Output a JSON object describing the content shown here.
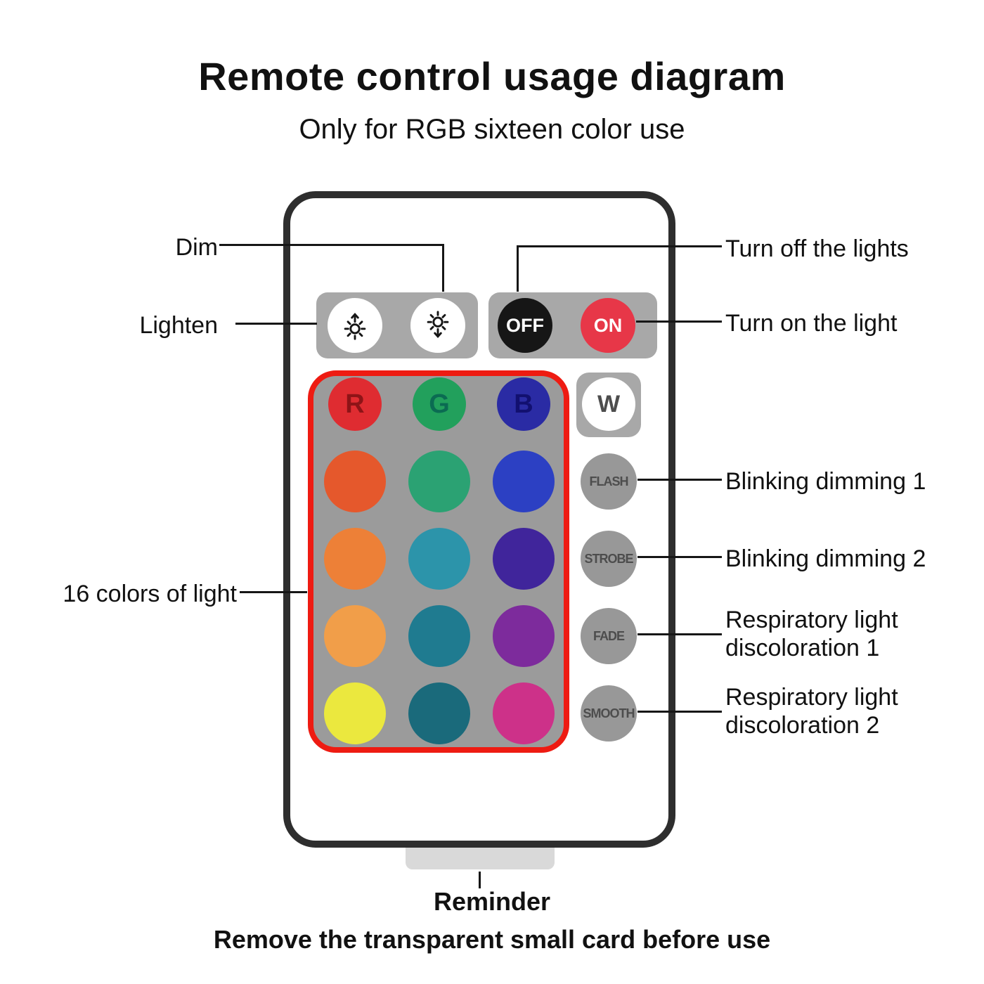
{
  "title": "Remote control usage diagram",
  "subtitle": "Only for RGB sixteen color use",
  "callouts": {
    "dim": "Dim",
    "lighten": "Lighten",
    "turn_off": "Turn off the lights",
    "turn_on": "Turn on the light",
    "blinking_1": "Blinking dimming 1",
    "blinking_2": "Blinking dimming 2",
    "respiratory_1a": "Respiratory light",
    "respiratory_1b": "discoloration 1",
    "respiratory_2a": "Respiratory light",
    "respiratory_2b": "discoloration 2",
    "sixteen_colors": "16 colors of light"
  },
  "footer": {
    "reminder": "Reminder",
    "note": "Remove the transparent small card before use"
  },
  "icons": {
    "lighten": "brightness-up-sun-arrow",
    "dim": "brightness-down-sun-arrow"
  },
  "colors": {
    "remote_border": "#2e2e2e",
    "panel_gray": "#a8a8a8",
    "keypad_gray": "#9b9b9b",
    "mode_gray": "#989898",
    "mode_text": "#4d4d4d",
    "red_outline": "#ee1b12",
    "off_bg": "#161616",
    "on_bg": "#e73748",
    "card_tab": "#d9d9d9"
  },
  "remote": {
    "off_label": "OFF",
    "on_label": "ON",
    "w_key": {
      "label": "W",
      "bg": "#ffffff",
      "fg": "#4d4d4d"
    },
    "letter_keys": [
      {
        "label": "R",
        "bg": "#df2c31",
        "fg": "#8e1417"
      },
      {
        "label": "G",
        "bg": "#22a05c",
        "fg": "#0b6b52"
      },
      {
        "label": "B",
        "bg": "#2a2ba4",
        "fg": "#121070"
      }
    ],
    "color_keys": [
      [
        "#e5582c",
        "#2ba273",
        "#2c40c3"
      ],
      [
        "#ed8037",
        "#2c94aa",
        "#40259b"
      ],
      [
        "#f19e49",
        "#1f7b90",
        "#7d2b9c"
      ],
      [
        "#ebe83e",
        "#1a6a7b",
        "#cd3189"
      ]
    ],
    "mode_keys": [
      "FLASH",
      "STROBE",
      "FADE",
      "SMOOTH"
    ]
  }
}
